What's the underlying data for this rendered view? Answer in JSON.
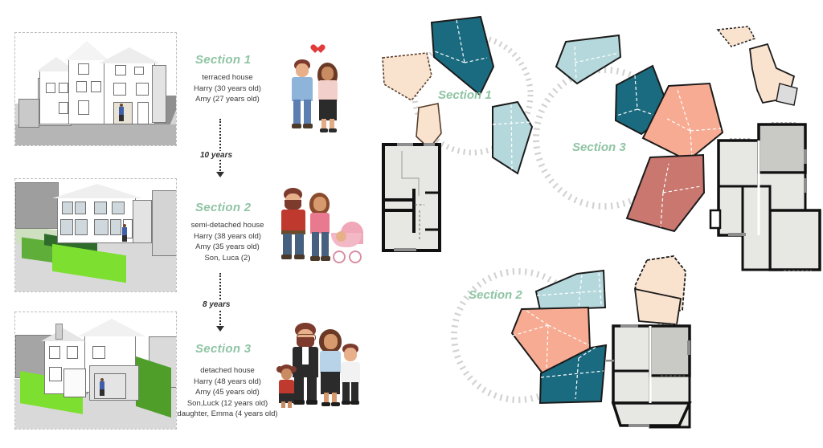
{
  "sections": [
    {
      "id": "section-1",
      "title": "Section 1",
      "house_type": "terraced house",
      "occupants": [
        "Harry (30 years old)",
        "Amy  (27 years old)"
      ],
      "render_alt": "terraced-house-3d-render"
    },
    {
      "id": "section-2",
      "title": "Section 2",
      "house_type": "semi-detached house",
      "occupants": [
        "Harry (38 years old)",
        "Amy  (35 years old)",
        "Son, Luca (2)"
      ],
      "render_alt": "semi-detached-house-3d-render"
    },
    {
      "id": "section-3",
      "title": "Section 3",
      "house_type": "detached house",
      "occupants": [
        "Harry (48 years old)",
        "Amy  (45 years old)",
        "Son,Luck (12 years old)",
        "daughter, Emma (4 years old)"
      ],
      "render_alt": "detached-house-3d-render"
    }
  ],
  "transitions": [
    {
      "id": "gap-1",
      "label": "10 years"
    },
    {
      "id": "gap-2",
      "label": "8 years"
    }
  ],
  "diagram": {
    "labels": [
      {
        "id": "diagram-section-1",
        "text": "Section 1"
      },
      {
        "id": "diagram-section-3",
        "text": "Section 3"
      },
      {
        "id": "diagram-section-2",
        "text": "Section 2"
      }
    ]
  },
  "palette": {
    "heading_green": "#8fc4a3",
    "dark_teal": "#1b6b80",
    "light_blue": "#b5d8dc",
    "salmon": "#f7ab92",
    "rose": "#c9776f",
    "cream": "#fae2cd",
    "plan_fill": "#e7e8e3",
    "plan_fill_dark": "#c9cac6",
    "wall_black": "#111111",
    "lawn_green": "#7ddf2f",
    "heart_red": "#e23b3b"
  }
}
